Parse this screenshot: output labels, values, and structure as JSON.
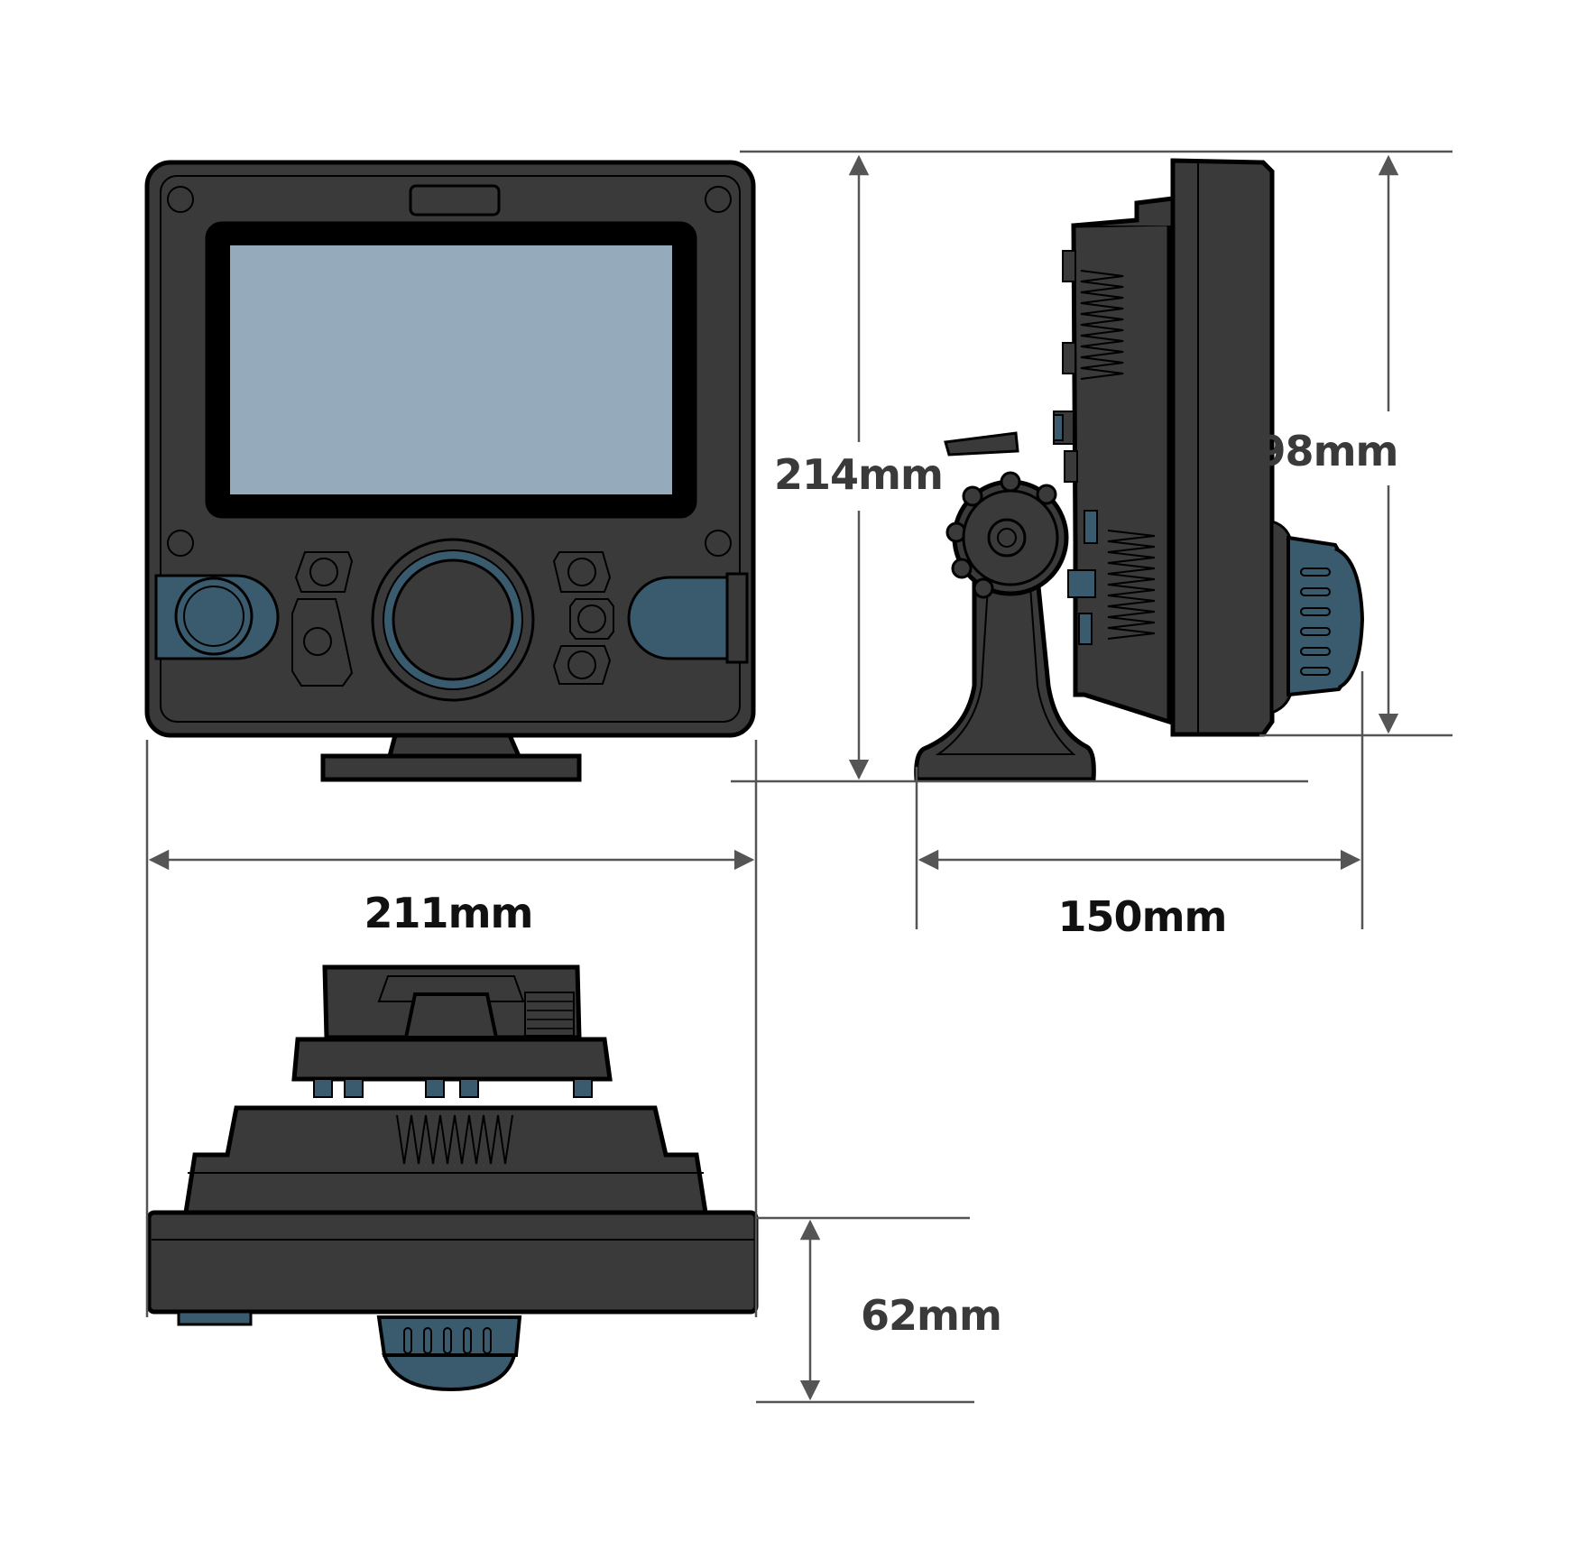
{
  "colors": {
    "body": "#3a3a3a",
    "outline": "#000000",
    "screen": "#95abbb",
    "accent": "#3a5a6e",
    "dimension_line": "#555555",
    "label_dark": "#111111",
    "label_gray": "#3a3a3a"
  },
  "dimensions": {
    "front_width": "211mm",
    "overall_height": "214mm",
    "depth": "150mm",
    "unit_height": "198mm",
    "bottom_depth": "62mm"
  }
}
